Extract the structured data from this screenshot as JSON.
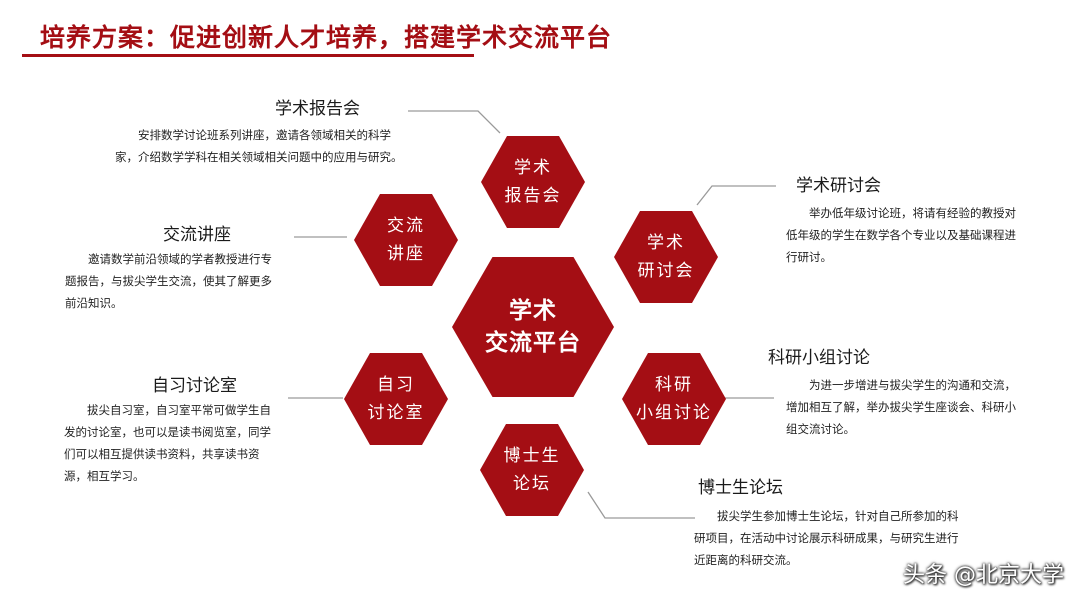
{
  "title": "培养方案：促进创新人才培养，搭建学术交流平台",
  "center_hex": {
    "label": "学术\n交流平台"
  },
  "hexes": [
    {
      "id": "hex-lecture",
      "label": "学术\n报告会"
    },
    {
      "id": "hex-talk",
      "label": "交流\n讲座"
    },
    {
      "id": "hex-seminar",
      "label": "学术\n研讨会"
    },
    {
      "id": "hex-study",
      "label": "自习\n讨论室"
    },
    {
      "id": "hex-research",
      "label": "科研\n小组讨论"
    },
    {
      "id": "hex-forum",
      "label": "博士生\n论坛"
    }
  ],
  "sections": {
    "lecture": {
      "title": "学术报告会",
      "desc": "安排数学讨论班系列讲座，邀请各领域相关的科学家，介绍数学学科在相关领域相关问题中的应用与研究。"
    },
    "talk": {
      "title": "交流讲座",
      "desc": "邀请数学前沿领域的学者教授进行专题报告，与拔尖学生交流，使其了解更多前沿知识。"
    },
    "study": {
      "title": "自习讨论室",
      "desc": "拔尖自习室，自习室平常可做学生自发的讨论室，也可以是读书阅览室，同学们可以相互提供读书资料，共享读书资源，相互学习。"
    },
    "seminar": {
      "title": "学术研讨会",
      "desc": "举办低年级讨论班，将请有经验的教授对低年级的学生在数学各个专业以及基础课程进行研讨。"
    },
    "research": {
      "title": "科研小组讨论",
      "desc": "为进一步增进与拔尖学生的沟通和交流，增加相互了解，举办拔尖学生座谈会、科研小组交流讨论。"
    },
    "forum": {
      "title": "博士生论坛",
      "desc": "拔尖学生参加博士生论坛，针对自己所参加的科研项目，在活动中讨论展示科研成果，与研究生进行近距离的科研交流。"
    }
  },
  "watermark": "头条 @北京大学",
  "colors": {
    "accent": "#a40e14",
    "connector": "#9a9a9a"
  }
}
